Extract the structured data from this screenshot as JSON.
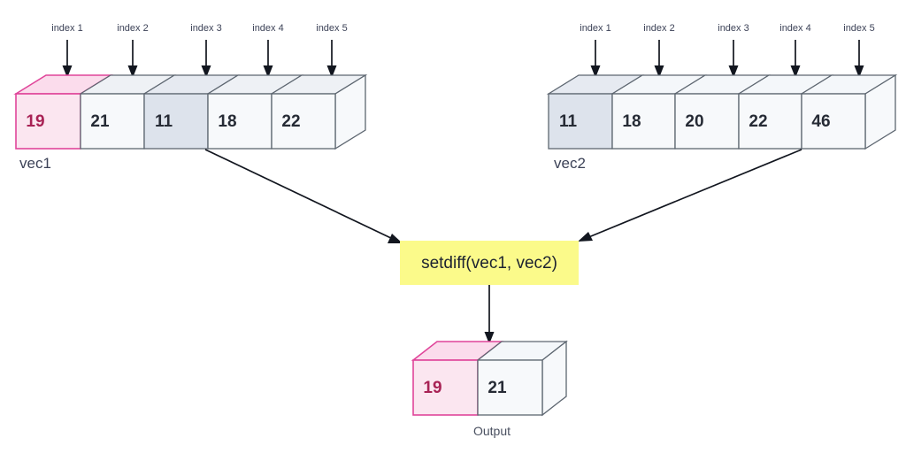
{
  "diagram": {
    "title_text": "setdiff(vec1, vec2)",
    "colors": {
      "pink_stroke": "#e0459a",
      "pink_fill": "#fbe6f0",
      "pink_top_fill": "#fbdcec",
      "pink_text": "#a82255",
      "gray_stroke": "#5d6670",
      "gray_fill": "#f7f9fb",
      "gray_top_fill": "#eef1f5",
      "highlight_fill": "#dde3ec",
      "highlight_top_fill": "#e6eaf1",
      "yellow_fill": "#fbfa8a",
      "arrow_stroke": "#12161f",
      "text_dark": "#262b35",
      "label_gray": "#3c4257"
    }
  },
  "vec1": {
    "label": "vec1",
    "cells": [
      {
        "value": "19",
        "index_label": "index 1",
        "state": "diff"
      },
      {
        "value": "21",
        "index_label": "index 2",
        "state": "plain"
      },
      {
        "value": "11",
        "index_label": "index 3",
        "state": "match"
      },
      {
        "value": "18",
        "index_label": "index 4",
        "state": "plain"
      },
      {
        "value": "22",
        "index_label": "index 5",
        "state": "plain"
      }
    ]
  },
  "vec2": {
    "label": "vec2",
    "cells": [
      {
        "value": "11",
        "index_label": "index 1",
        "state": "match"
      },
      {
        "value": "18",
        "index_label": "index 2",
        "state": "plain"
      },
      {
        "value": "20",
        "index_label": "index 3",
        "state": "plain"
      },
      {
        "value": "22",
        "index_label": "index 4",
        "state": "plain"
      },
      {
        "value": "46",
        "index_label": "index 5",
        "state": "plain"
      }
    ]
  },
  "function_box": {
    "label": "setdiff(vec1, vec2)"
  },
  "output": {
    "label": "Output",
    "cells": [
      {
        "value": "19",
        "state": "diff"
      },
      {
        "value": "21",
        "state": "plain"
      }
    ]
  }
}
